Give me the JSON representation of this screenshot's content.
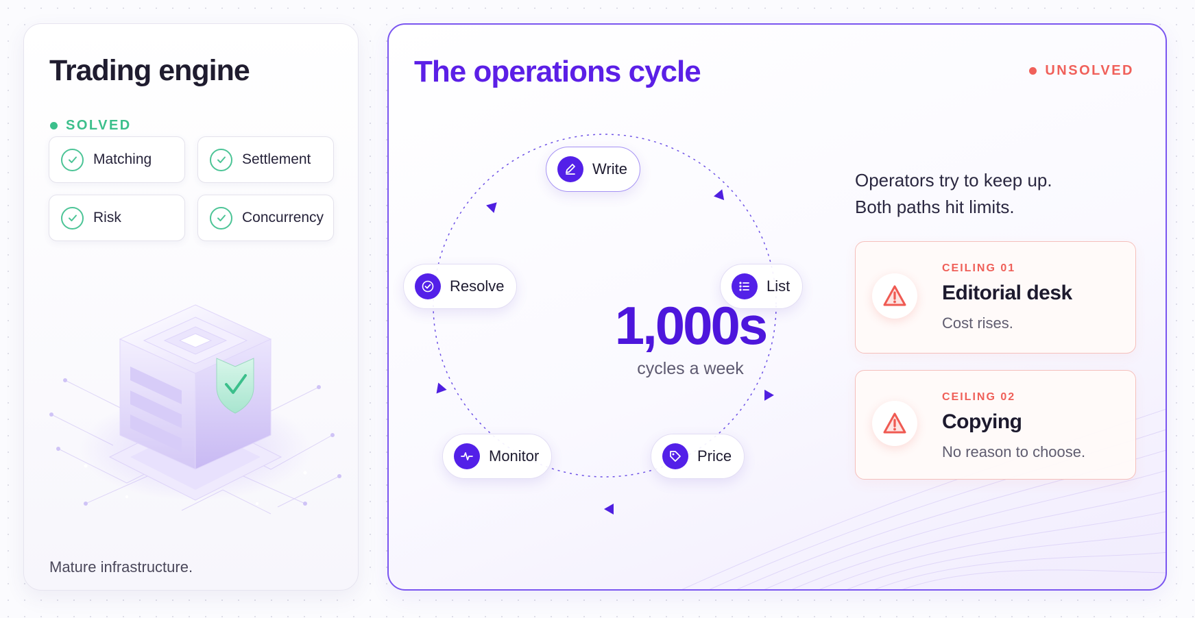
{
  "left": {
    "title": "Trading engine",
    "status": "SOLVED",
    "chips": [
      {
        "label": "Matching",
        "icon": "check-circle-icon"
      },
      {
        "label": "Settlement",
        "icon": "check-circle-icon"
      },
      {
        "label": "Risk",
        "icon": "check-circle-icon"
      },
      {
        "label": "Concurrency",
        "icon": "check-circle-icon"
      }
    ],
    "footer": "Mature infrastructure."
  },
  "right": {
    "title": "The operations cycle",
    "status": "UNSOLVED",
    "cycle": {
      "nodes": [
        {
          "label": "Write",
          "icon": "pencil-icon"
        },
        {
          "label": "List",
          "icon": "list-icon"
        },
        {
          "label": "Price",
          "icon": "tag-icon"
        },
        {
          "label": "Monitor",
          "icon": "pulse-icon"
        },
        {
          "label": "Resolve",
          "icon": "check-circle-icon"
        }
      ],
      "center_value": "1,000s",
      "center_label": "cycles a week"
    },
    "intro_line1": "Operators try to keep up.",
    "intro_line2": "Both paths hit limits.",
    "ceilings": [
      {
        "tag": "CEILING 01",
        "title": "Editorial desk",
        "description": "Cost rises.",
        "icon": "warning-icon"
      },
      {
        "tag": "CEILING 02",
        "title": "Copying",
        "description": "No reason to choose.",
        "icon": "warning-icon"
      }
    ]
  },
  "colors": {
    "accent": "#5320e8",
    "solved": "#3bbf8b",
    "unsolved": "#f0605a"
  }
}
